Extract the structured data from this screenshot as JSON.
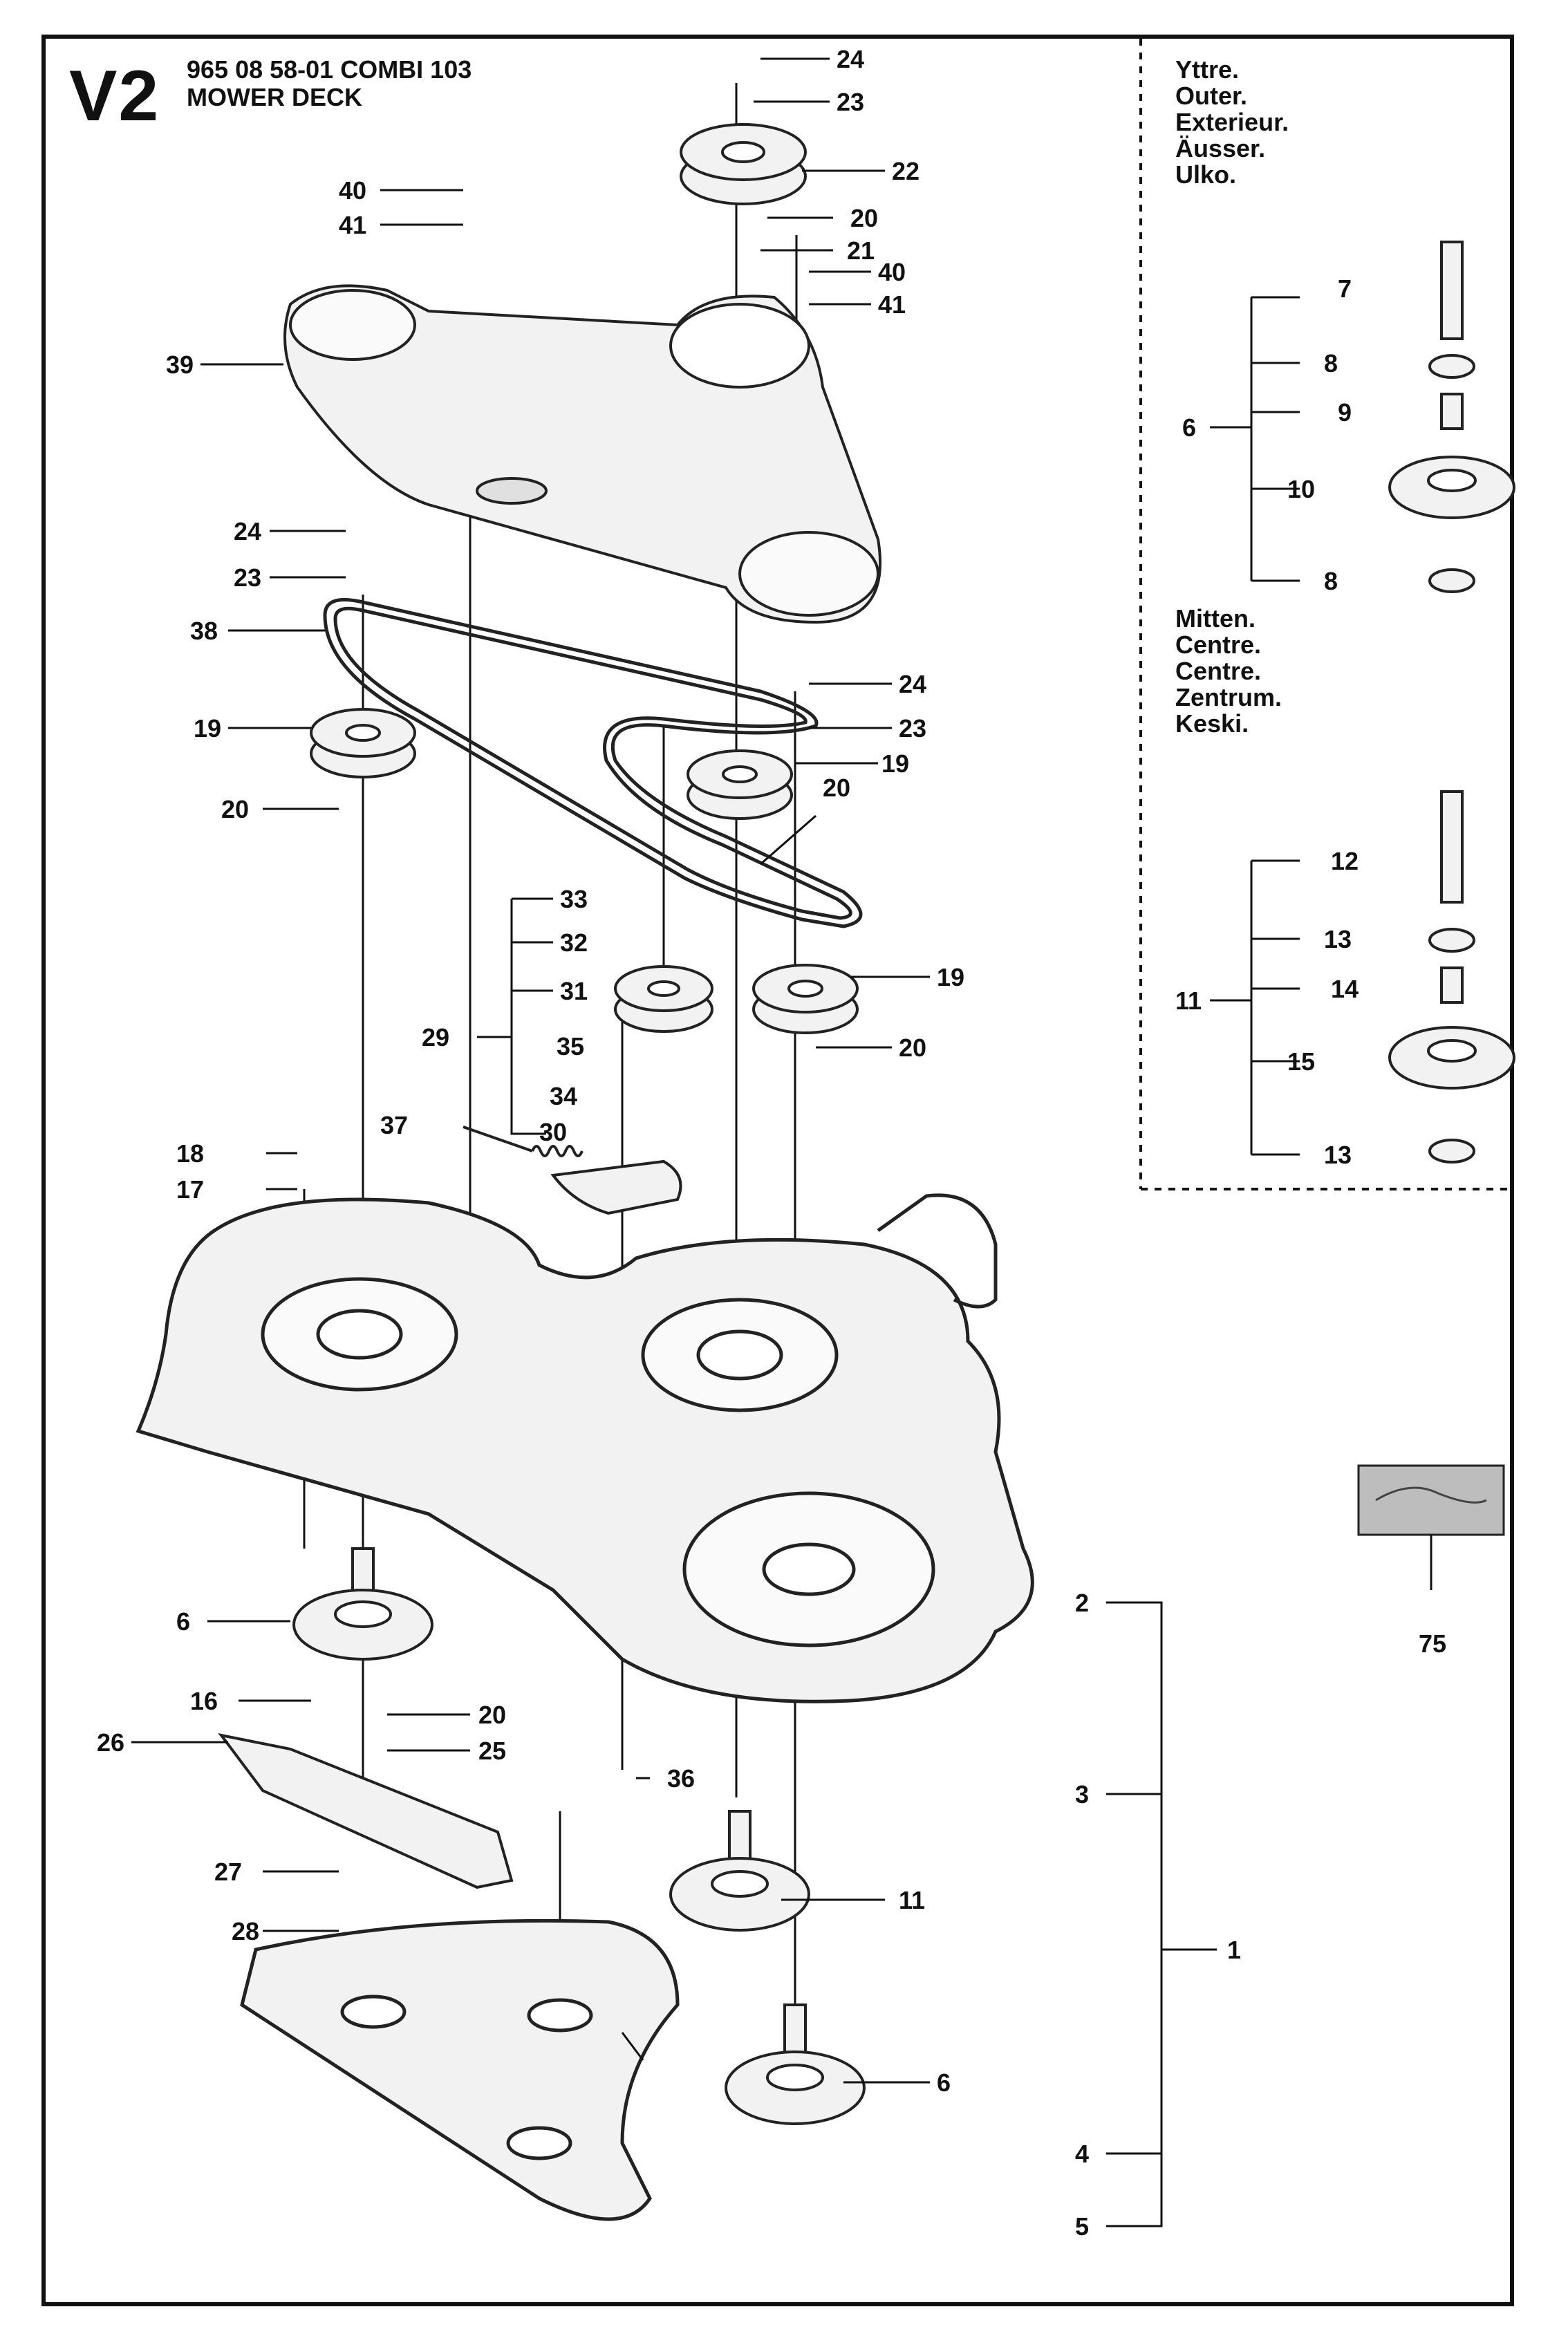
{
  "header": {
    "code": "V2",
    "part_line": "965 08 58-01 COMBI 103",
    "title": "MOWER DECK"
  },
  "legend_outer": [
    "Yttre.",
    "Outer.",
    "Exterieur.",
    "Äusser.",
    "Ulko."
  ],
  "legend_centre": [
    "Mitten.",
    "Centre.",
    "Centre.",
    "Zentrum.",
    "Keski."
  ],
  "callouts": [
    "24",
    "23",
    "22",
    "20",
    "21",
    "40",
    "41",
    "40",
    "41",
    "39",
    "24",
    "23",
    "38",
    "19",
    "20",
    "24",
    "23",
    "19",
    "20",
    "33",
    "32",
    "31",
    "29",
    "35",
    "34",
    "37",
    "30",
    "19",
    "20",
    "18",
    "17",
    "6",
    "16",
    "20",
    "26",
    "25",
    "27",
    "28",
    "36",
    "2",
    "3",
    "11",
    "1",
    "6",
    "4",
    "5",
    "7",
    "8",
    "9",
    "6",
    "10",
    "8",
    "12",
    "13",
    "14",
    "11",
    "15",
    "13",
    "75"
  ],
  "colors": {
    "line": "#111111",
    "part_fill": "#f2f2f2",
    "part_stroke": "#222222",
    "decal_fill": "#bdbdbd"
  }
}
